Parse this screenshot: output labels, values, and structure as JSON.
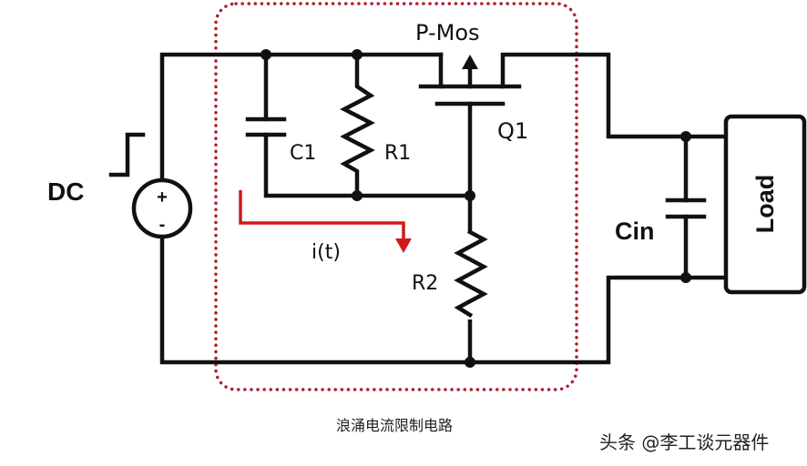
{
  "diagram": {
    "type": "circuit-schematic",
    "title": "浪涌电流限制电路",
    "watermark": "头条 @李工谈元器件",
    "colors": {
      "wire": "#111111",
      "highlight_box": "#b01e2e",
      "current_arrow": "#d11a1a",
      "background": "#ffffff"
    },
    "labels": {
      "source": "DC",
      "source_plus": "+",
      "source_minus": "-",
      "mosfet_type": "P-Mos",
      "mosfet_ref": "Q1",
      "cap1": "C1",
      "res1": "R1",
      "res2": "R2",
      "current": "i(t)",
      "cap_in": "Cin",
      "load": "Load"
    },
    "components": [
      {
        "ref": "DC",
        "kind": "voltage-source",
        "note": "step input"
      },
      {
        "ref": "C1",
        "kind": "capacitor"
      },
      {
        "ref": "R1",
        "kind": "resistor"
      },
      {
        "ref": "Q1",
        "kind": "p-channel-mosfet"
      },
      {
        "ref": "R2",
        "kind": "resistor"
      },
      {
        "ref": "Cin",
        "kind": "capacitor"
      },
      {
        "ref": "Load",
        "kind": "load"
      }
    ]
  }
}
